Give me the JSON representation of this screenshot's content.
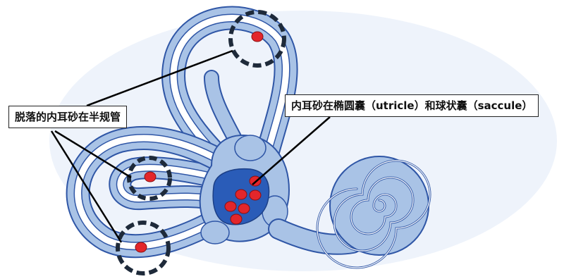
{
  "labels": {
    "displaced_otoconia_in_canals": "脱落的内耳砂在半规管",
    "otoconia_in_utricle_saccule": "内耳砂在椭圆囊（utricle）和球状囊（saccule）"
  },
  "colors": {
    "canal_outer": "#a9c3e6",
    "canal_inner": "#ffffff",
    "canal_stroke": "#2f56a6",
    "vestibule": "#a9c3e6",
    "utricle_dark": "#2a5cb8",
    "otoconia": "#e3262b",
    "circle_dash": "#1e2a3a",
    "pointer_line": "#000000",
    "background_wash": "#e9f0fa"
  },
  "icons": [
    "otoconia-dot",
    "dashed-highlight-circle"
  ]
}
